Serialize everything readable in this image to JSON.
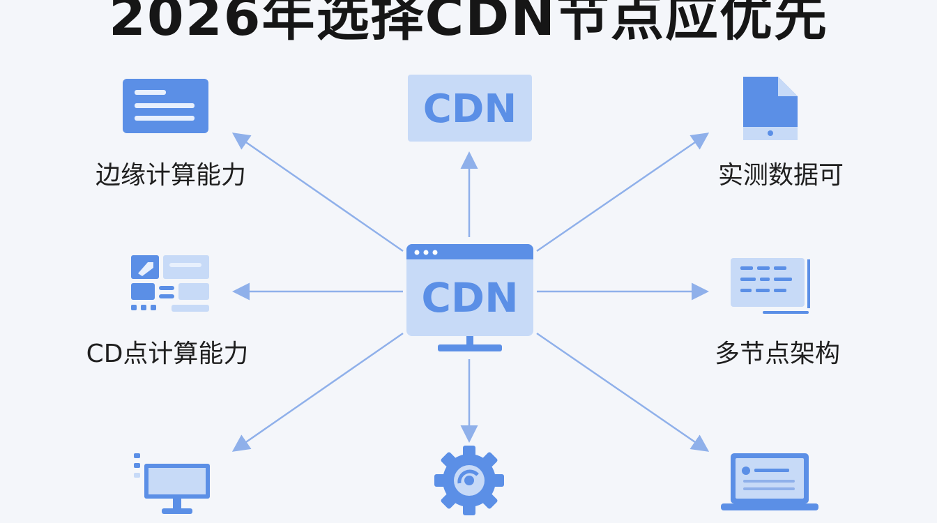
{
  "title": "2026年选择CDN节点应优先",
  "hub": {
    "label": "CDN"
  },
  "top_box": {
    "label": "CDN"
  },
  "nodes": [
    {
      "label": "边缘计算能力"
    },
    {
      "label": "实测数据可"
    },
    {
      "label": "CD点计算能力"
    },
    {
      "label": "多节点架构"
    }
  ],
  "colors": {
    "accent": "#5b8fe6",
    "accent_light": "#c7daf7",
    "arrow": "#8fb0ea",
    "background": "#f4f6fa"
  }
}
